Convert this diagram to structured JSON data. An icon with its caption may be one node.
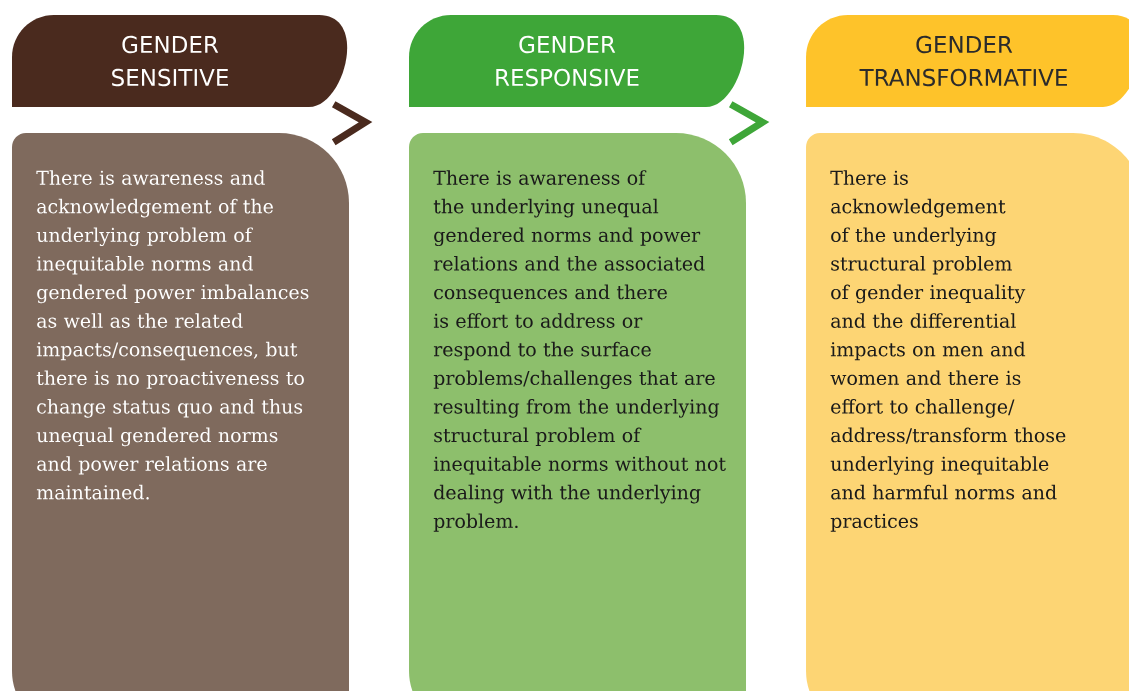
{
  "diagram": {
    "nodes": [
      {
        "text": [
          "GENDER SENSITIVE"
        ]
      },
      {
        "text": [
          "There is awareness and acknowledgement of the underlying problem of  inequitable norms and gendered power imbalances as well as the related impacts/consequences, but  there is no proactiveness to change status quo and thus unequal gendered norms and power relations are maintained."
        ]
      },
      {
        "text": [
          "GENDER RESPONSIVE"
        ]
      },
      {
        "text": [
          "There is awareness of the underlying unequal gendered norms and power relations and  the associated consequences and there is effort to address or respond to the surface problems/challenges that are resulting from the underlying structural problem of inequitable norms without  not dealing with the underlying problem."
        ]
      },
      {
        "text": [
          "GENDER TRANSFORMATIVE"
        ]
      },
      {
        "text": [
          "There is acknowledgement of the underlying structural problem of gender inequality and the differential impacts on men and women and  there is effort  to challenge/ address/transform those underlying inequitable and harmful norms and practices"
        ]
      }
    ],
    "edges": [
      {
        "from": 0,
        "to": 2,
        "arrow": "to",
        "color": "#4a2a1e"
      },
      {
        "from": 2,
        "to": 4,
        "arrow": "to",
        "color": "#3ea638"
      }
    ]
  }
}
